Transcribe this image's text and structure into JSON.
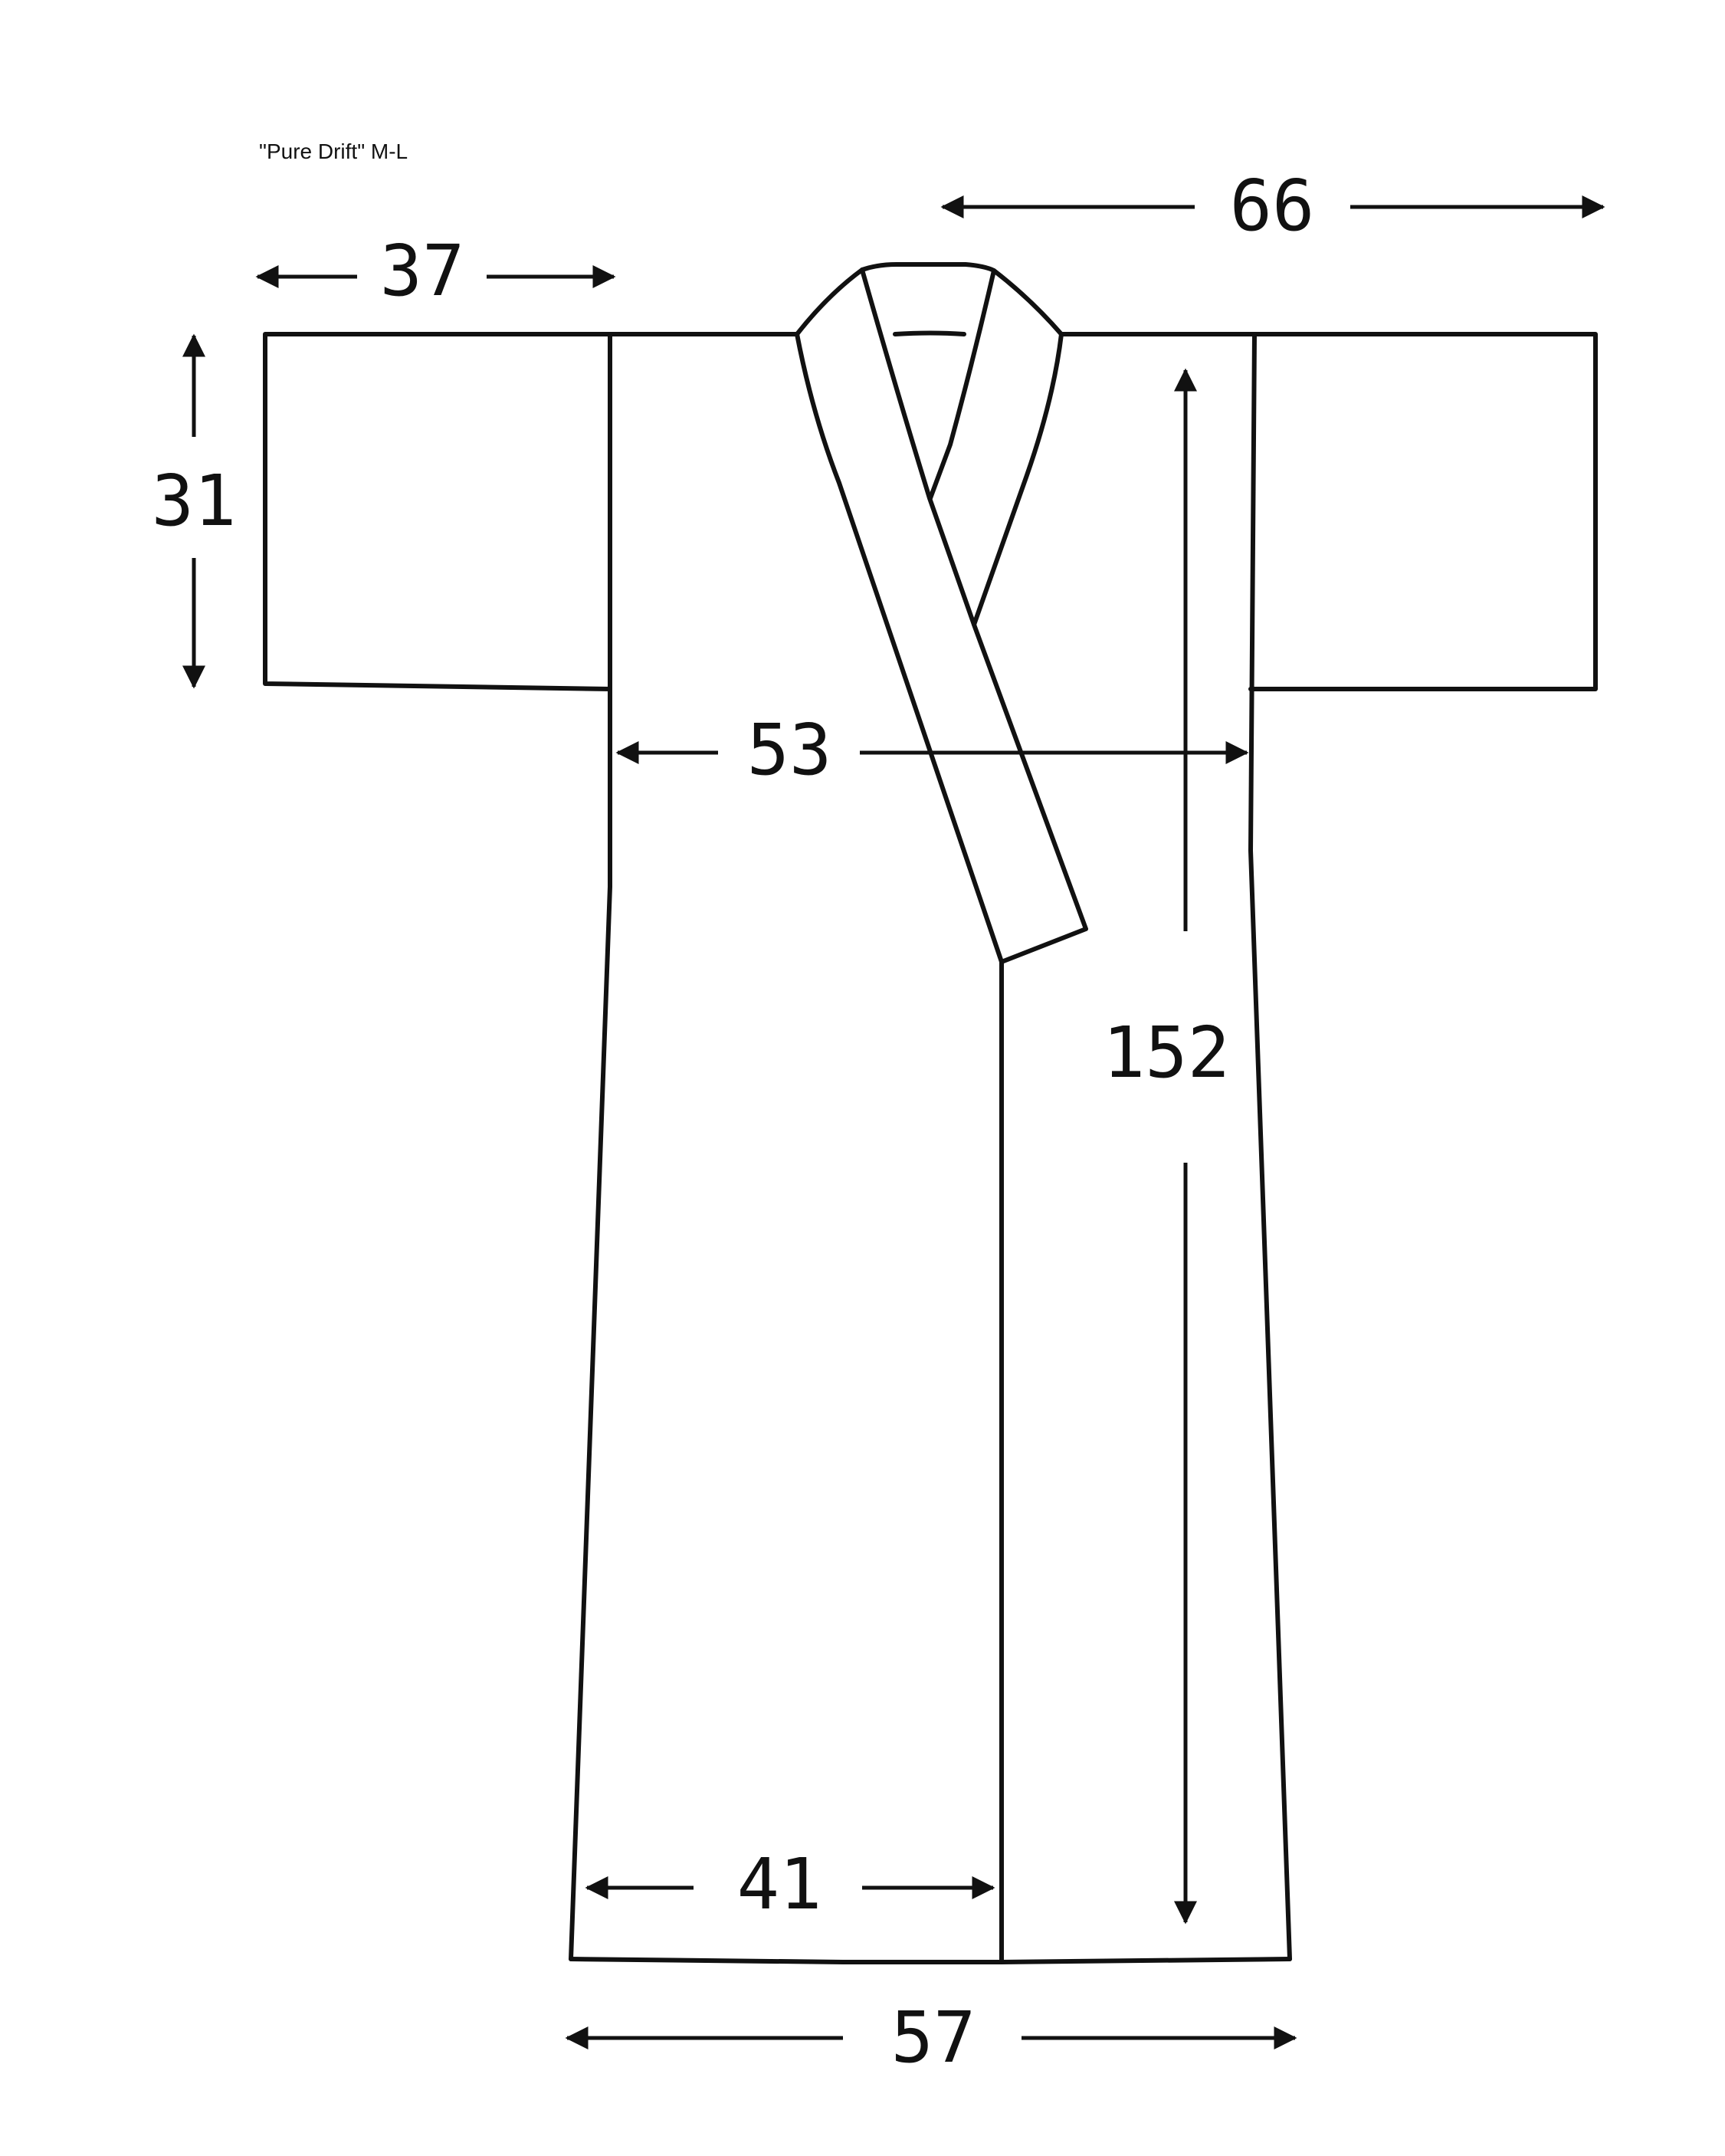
{
  "title": "\"Pure Drift\" M-L",
  "colors": {
    "line": "#111111",
    "background": "#ffffff"
  },
  "dimensions": {
    "half_width": "66",
    "sleeve_length": "37",
    "sleeve_height": "31",
    "chest": "53",
    "length": "152",
    "front_panel": "41",
    "hem": "57"
  }
}
